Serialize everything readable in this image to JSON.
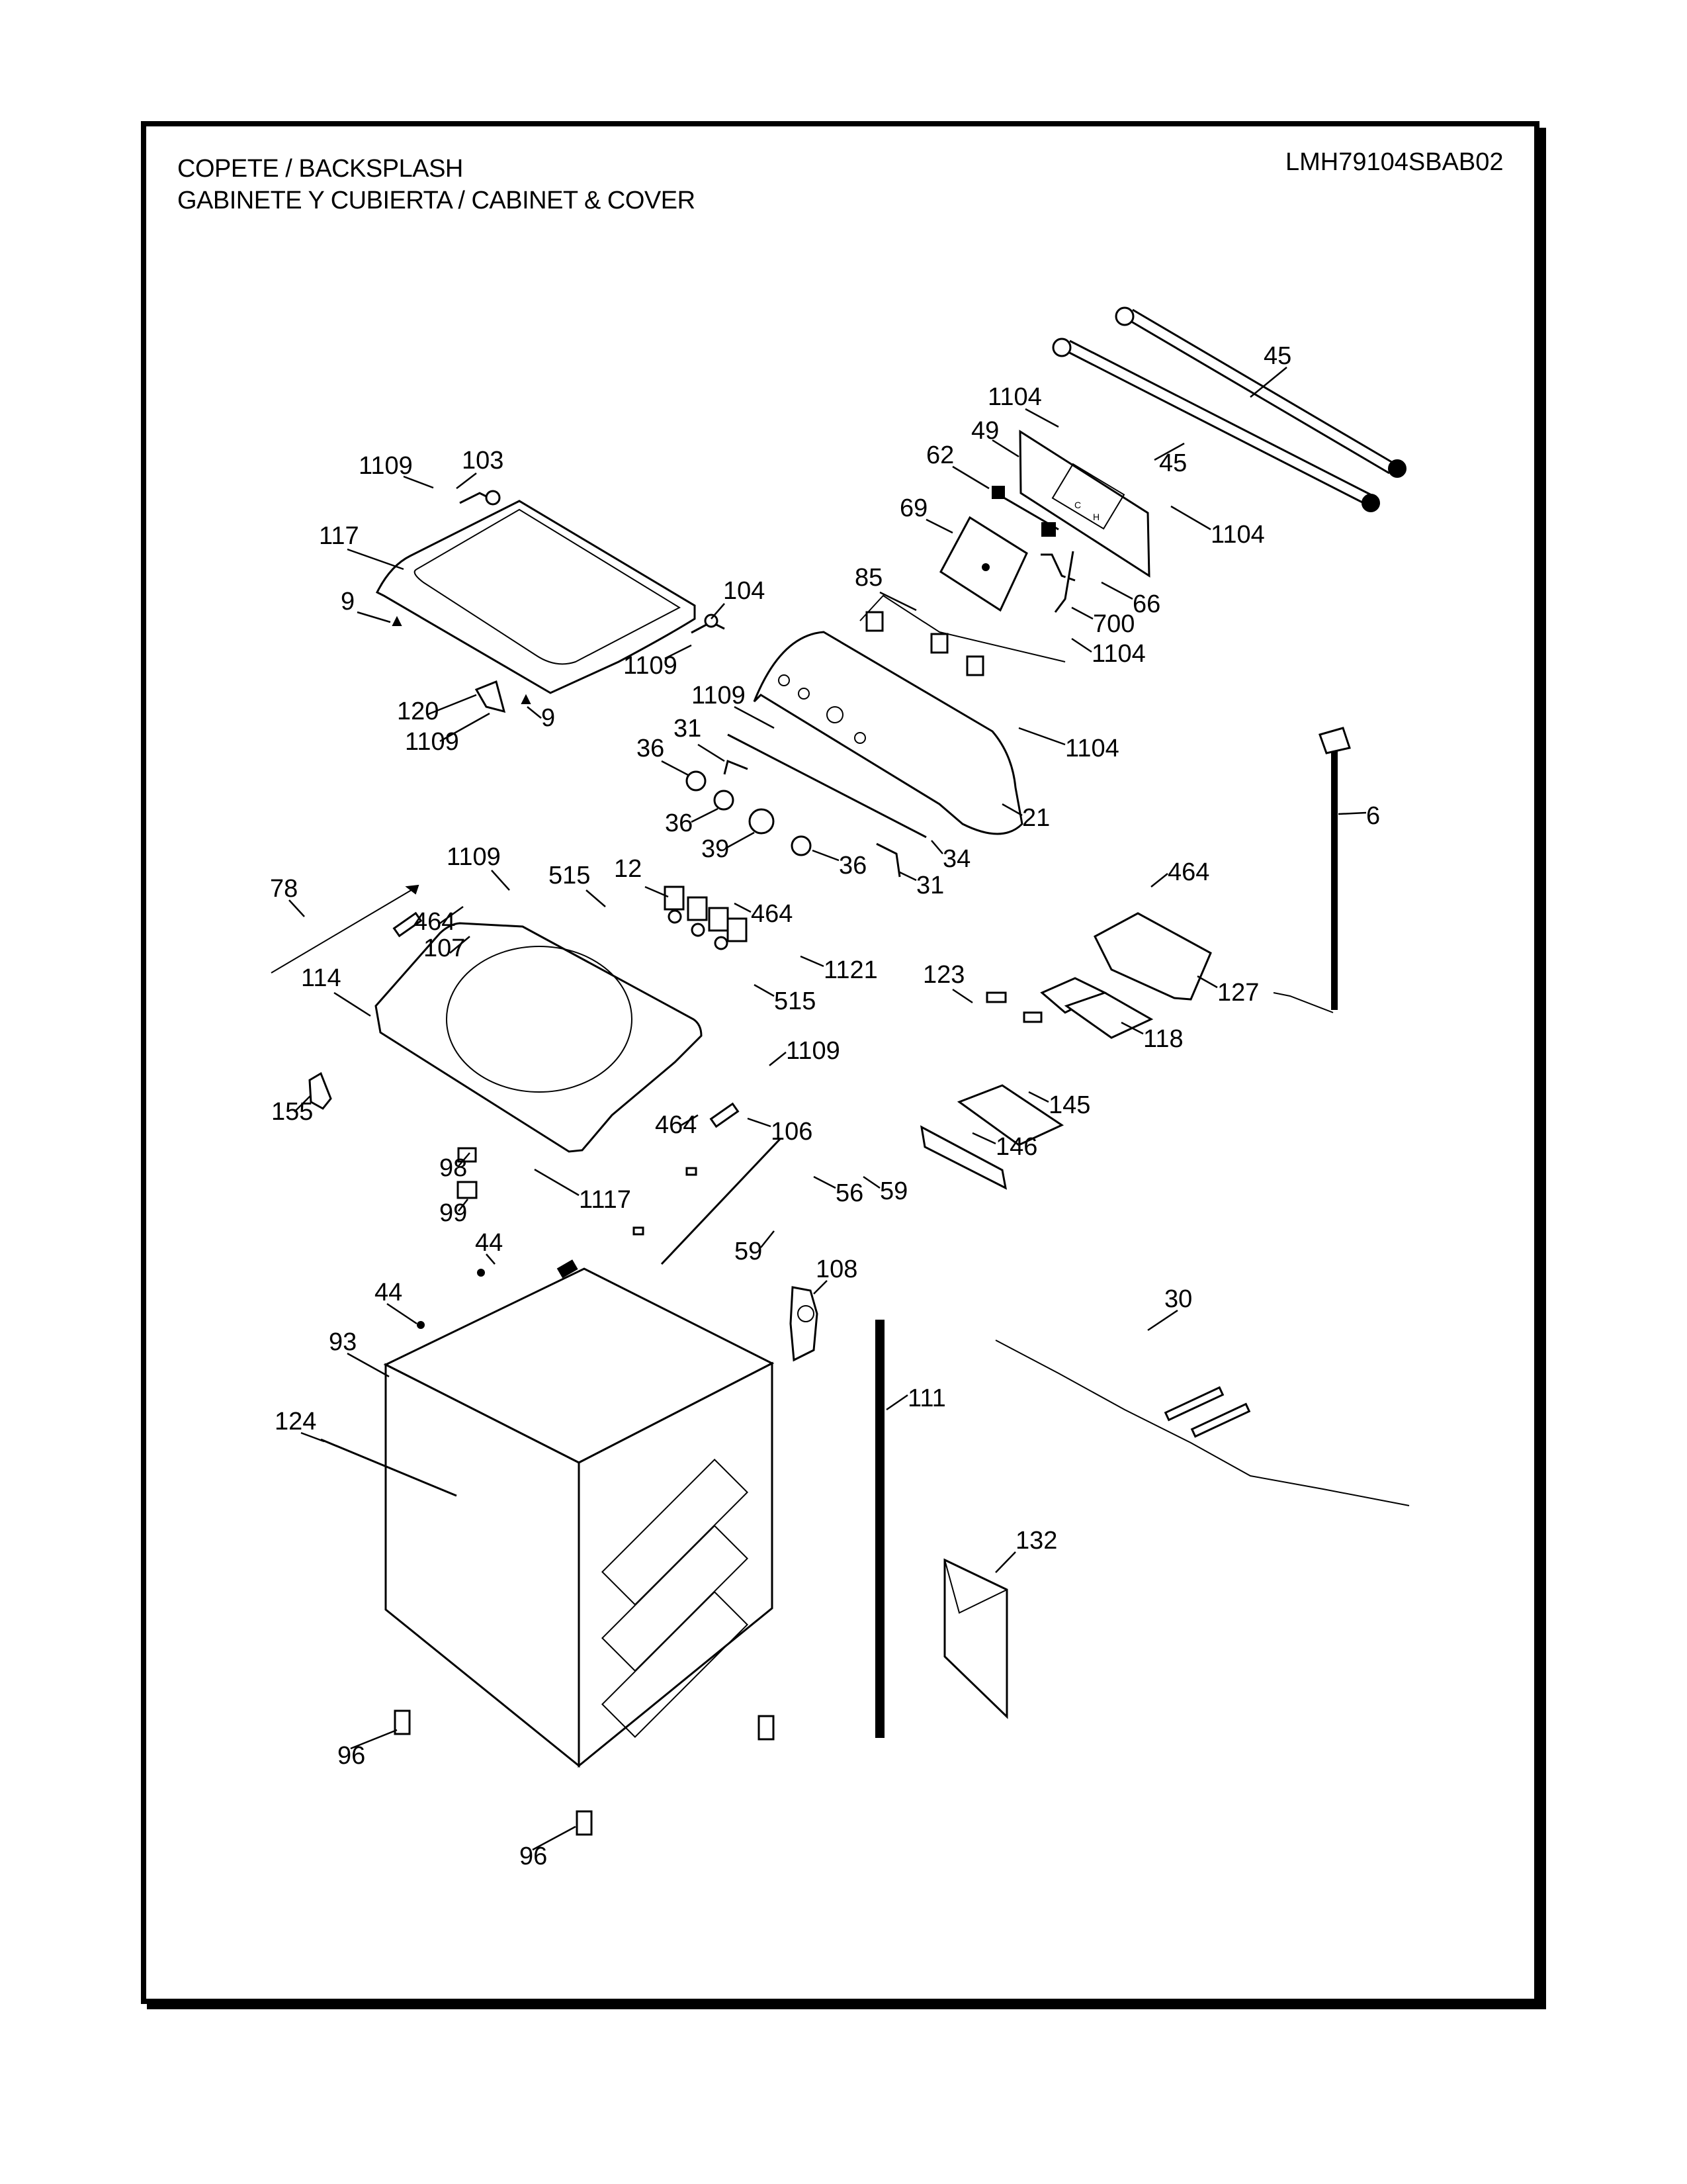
{
  "header": {
    "title_line1": "COPETE / BACKSPLASH",
    "title_line2": "GABINETE Y CUBIERTA / CABINET & COVER",
    "model_number": "LMH79104SBAB02"
  },
  "callouts": [
    {
      "id": "c45a",
      "label": "45"
    },
    {
      "id": "c45b",
      "label": "45"
    },
    {
      "id": "c1104a",
      "label": "1104"
    },
    {
      "id": "c49",
      "label": "49"
    },
    {
      "id": "c1104b",
      "label": "1104"
    },
    {
      "id": "c62",
      "label": "62"
    },
    {
      "id": "c69",
      "label": "69"
    },
    {
      "id": "c66",
      "label": "66"
    },
    {
      "id": "c700",
      "label": "700"
    },
    {
      "id": "c1104c",
      "label": "1104"
    },
    {
      "id": "c85",
      "label": "85"
    },
    {
      "id": "c1109a",
      "label": "1109"
    },
    {
      "id": "c103",
      "label": "103"
    },
    {
      "id": "c117",
      "label": "117"
    },
    {
      "id": "c9a",
      "label": "9"
    },
    {
      "id": "c104",
      "label": "104"
    },
    {
      "id": "c1109b",
      "label": "1109"
    },
    {
      "id": "c120",
      "label": "120"
    },
    {
      "id": "c9b",
      "label": "9"
    },
    {
      "id": "c1109c",
      "label": "1109"
    },
    {
      "id": "c1109d",
      "label": "1109"
    },
    {
      "id": "c1104d",
      "label": "1104"
    },
    {
      "id": "c31a",
      "label": "31"
    },
    {
      "id": "c36a",
      "label": "36"
    },
    {
      "id": "c36b",
      "label": "36"
    },
    {
      "id": "c39",
      "label": "39"
    },
    {
      "id": "c36c",
      "label": "36"
    },
    {
      "id": "c34",
      "label": "34"
    },
    {
      "id": "c31b",
      "label": "31"
    },
    {
      "id": "c21",
      "label": "21"
    },
    {
      "id": "c6",
      "label": "6"
    },
    {
      "id": "c78",
      "label": "78"
    },
    {
      "id": "c1109e",
      "label": "1109"
    },
    {
      "id": "c515a",
      "label": "515"
    },
    {
      "id": "c12",
      "label": "12"
    },
    {
      "id": "c464a",
      "label": "464"
    },
    {
      "id": "c464b",
      "label": "464"
    },
    {
      "id": "c107",
      "label": "107"
    },
    {
      "id": "c1121",
      "label": "1121"
    },
    {
      "id": "c515b",
      "label": "515"
    },
    {
      "id": "c114",
      "label": "114"
    },
    {
      "id": "c464c",
      "label": "464"
    },
    {
      "id": "c127",
      "label": "127"
    },
    {
      "id": "c123",
      "label": "123"
    },
    {
      "id": "c118",
      "label": "118"
    },
    {
      "id": "c1109f",
      "label": "1109"
    },
    {
      "id": "c155",
      "label": "155"
    },
    {
      "id": "c464d",
      "label": "464"
    },
    {
      "id": "c106",
      "label": "106"
    },
    {
      "id": "c145",
      "label": "145"
    },
    {
      "id": "c146",
      "label": "146"
    },
    {
      "id": "c98",
      "label": "98"
    },
    {
      "id": "c1117",
      "label": "1117"
    },
    {
      "id": "c56",
      "label": "56"
    },
    {
      "id": "c59a",
      "label": "59"
    },
    {
      "id": "c99",
      "label": "99"
    },
    {
      "id": "c59b",
      "label": "59"
    },
    {
      "id": "c44a",
      "label": "44"
    },
    {
      "id": "c108",
      "label": "108"
    },
    {
      "id": "c44b",
      "label": "44"
    },
    {
      "id": "c30",
      "label": "30"
    },
    {
      "id": "c93",
      "label": "93"
    },
    {
      "id": "c111",
      "label": "111"
    },
    {
      "id": "c124",
      "label": "124"
    },
    {
      "id": "c132",
      "label": "132"
    },
    {
      "id": "c96a",
      "label": "96"
    },
    {
      "id": "c96b",
      "label": "96"
    }
  ]
}
